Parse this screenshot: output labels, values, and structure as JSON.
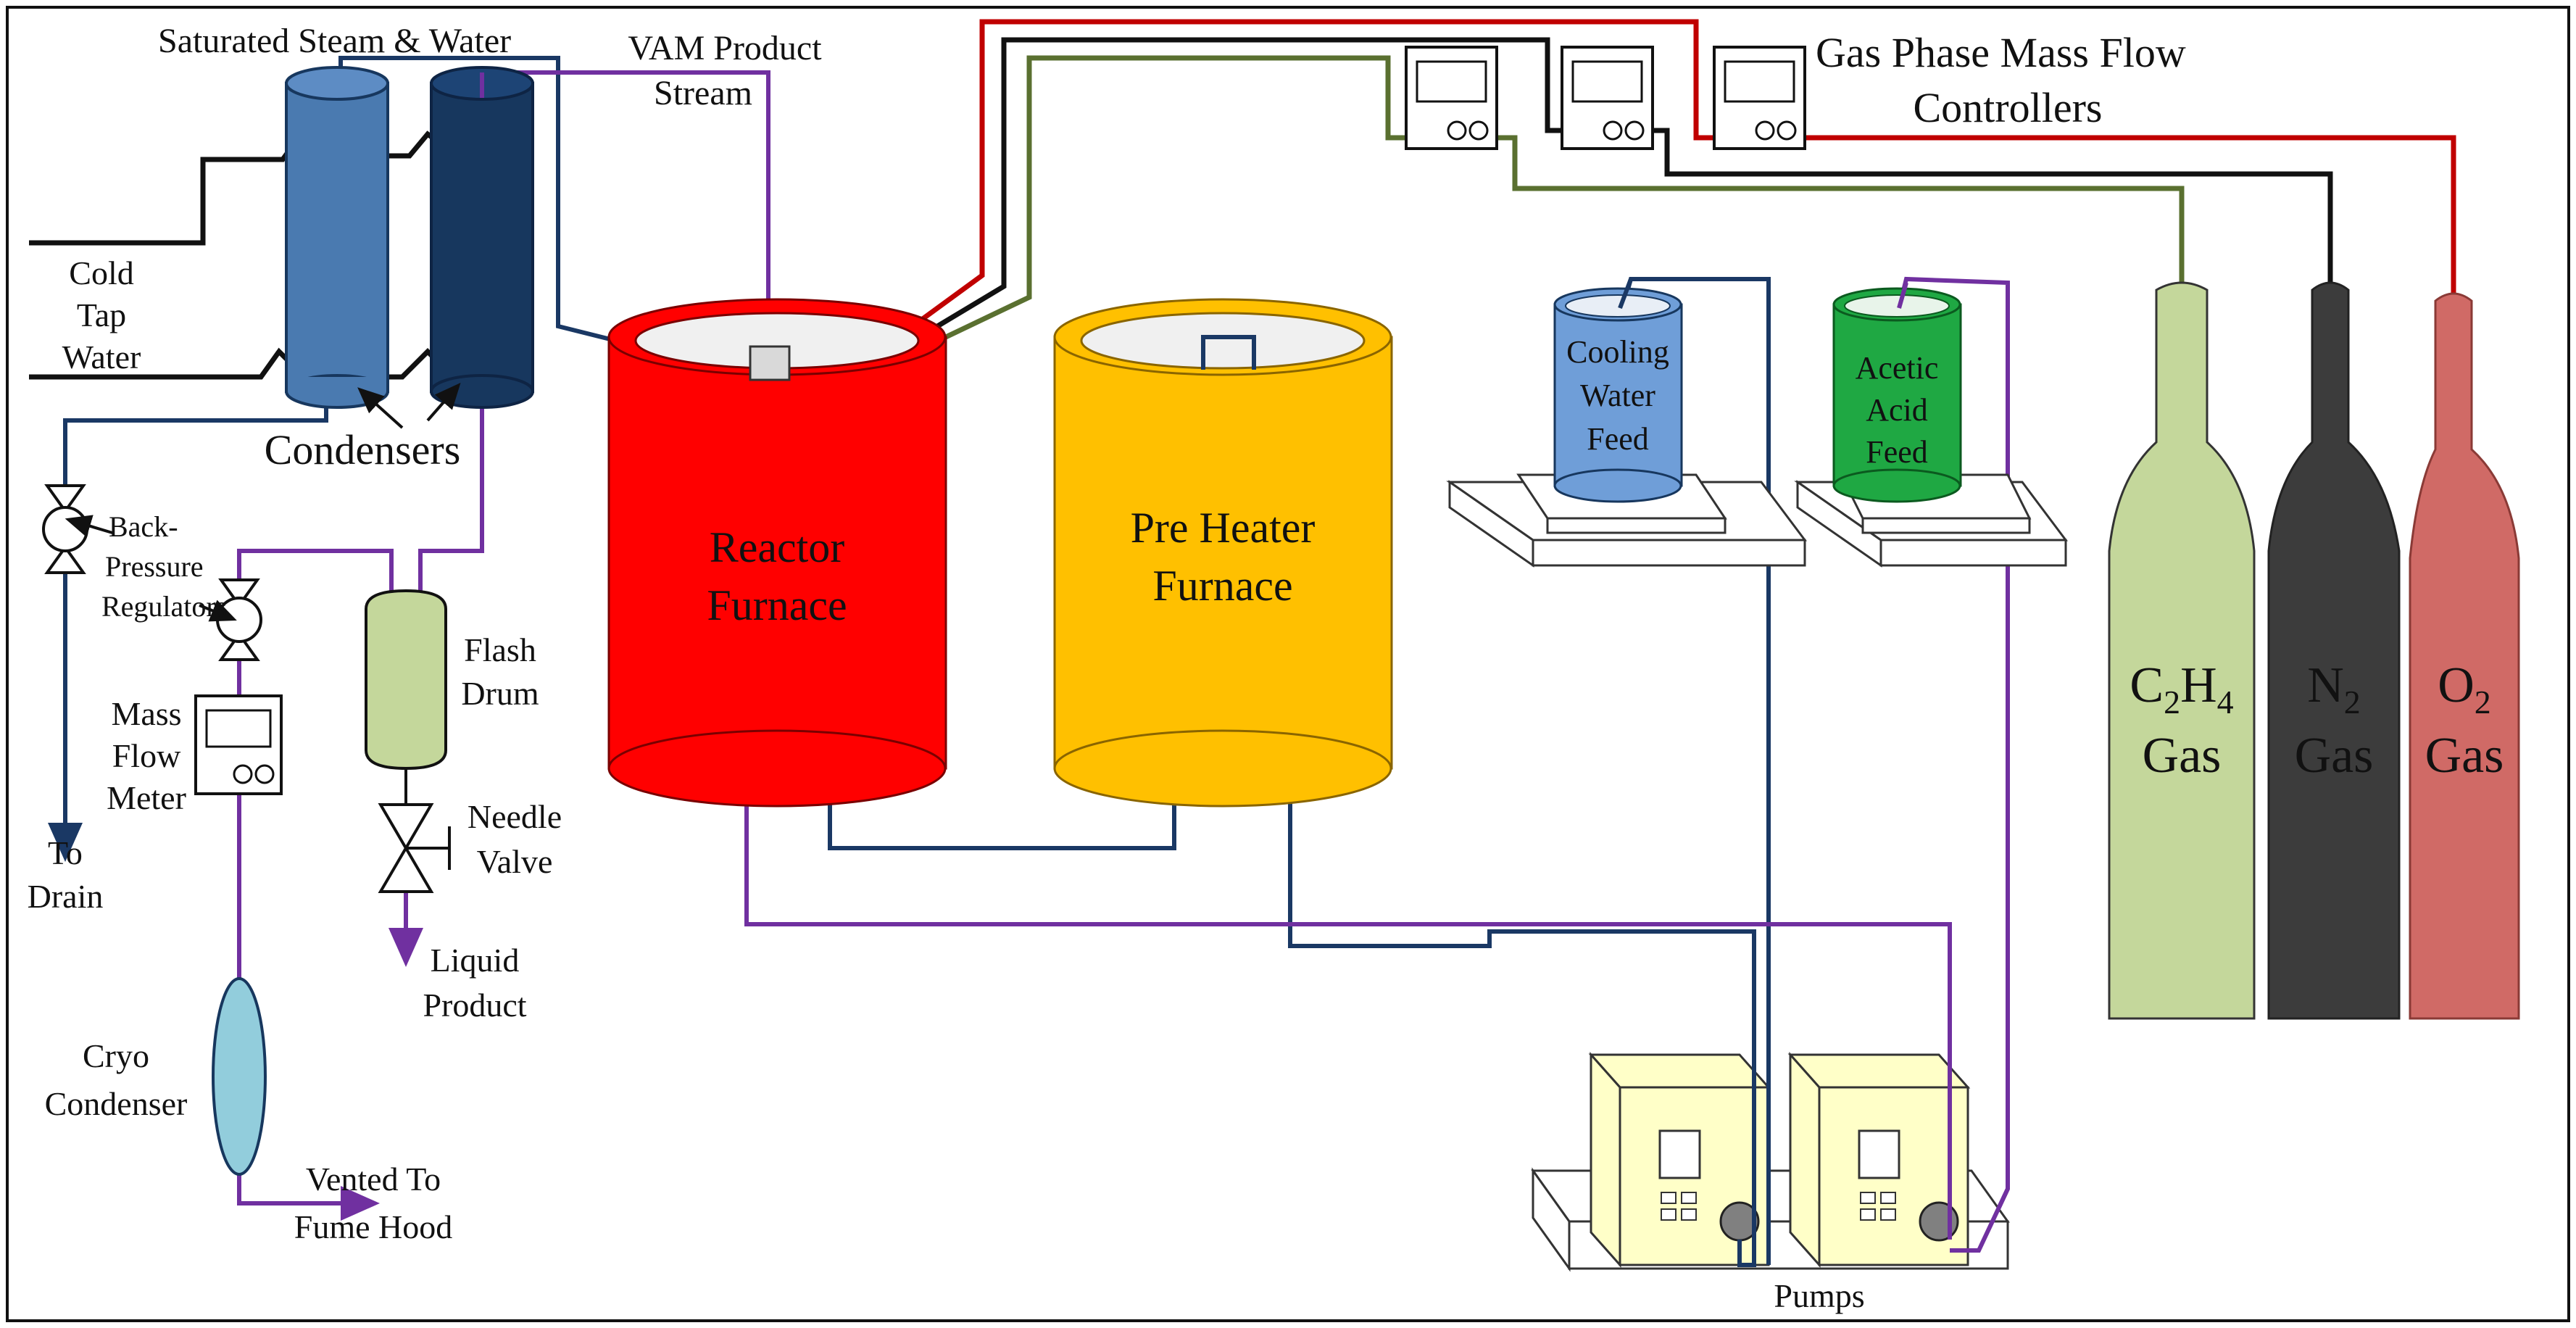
{
  "labels": {
    "saturated_steam": "Saturated Steam & Water",
    "vam_product_1": "VAM Product",
    "vam_product_2": "Stream",
    "gas_mfc_1": "Gas Phase Mass Flow",
    "gas_mfc_2": "Controllers",
    "cold_1": "Cold",
    "cold_2": "Tap",
    "cold_3": "Water",
    "condensers": "Condensers",
    "bpr_1": "Back-",
    "bpr_2": "Pressure",
    "bpr_3": "Regulators",
    "mfm_1": "Mass",
    "mfm_2": "Flow",
    "mfm_3": "Meter",
    "to_drain_1": "To",
    "to_drain_2": "Drain",
    "flash_1": "Flash",
    "flash_2": "Drum",
    "needle_1": "Needle",
    "needle_2": "Valve",
    "liquid_1": "Liquid",
    "liquid_2": "Product",
    "cryo_1": "Cryo",
    "cryo_2": "Condenser",
    "vented_1": "Vented To",
    "vented_2": "Fume Hood",
    "reactor_1": "Reactor",
    "reactor_2": "Furnace",
    "preheater_1": "Pre Heater",
    "preheater_2": "Furnace",
    "cooling_1": "Cooling",
    "cooling_2": "Water",
    "cooling_3": "Feed",
    "acetic_1": "Acetic",
    "acetic_2": "Acid",
    "acetic_3": "Feed",
    "pumps": "Pumps",
    "c2h4_c": "C",
    "c2h4_2": "2",
    "c2h4_h": "H",
    "c2h4_4": "4",
    "n2_n": "N",
    "n2_2": "2",
    "o2_o": "O",
    "o2_2": "2",
    "gas_word": "Gas"
  },
  "colors": {
    "line_navy": "#1a3864",
    "line_purple": "#7030a0",
    "line_red": "#c00000",
    "line_green": "#5a7030",
    "line_black": "#111111",
    "condenser_light": "#4a7ab0",
    "condenser_dark": "#17375e",
    "reactor": "#ff0000",
    "preheater": "#ffc000",
    "cooling_tank": "#6f9ed8",
    "acetic_tank": "#1fa843",
    "c2h4_cylinder": "#c4d79b",
    "n2_cylinder": "#3c3c3c",
    "o2_cylinder": "#d06a66",
    "flash_drum": "#c4d79b",
    "cryo_condenser": "#92cddc",
    "pump_body": "#ffffc8"
  }
}
